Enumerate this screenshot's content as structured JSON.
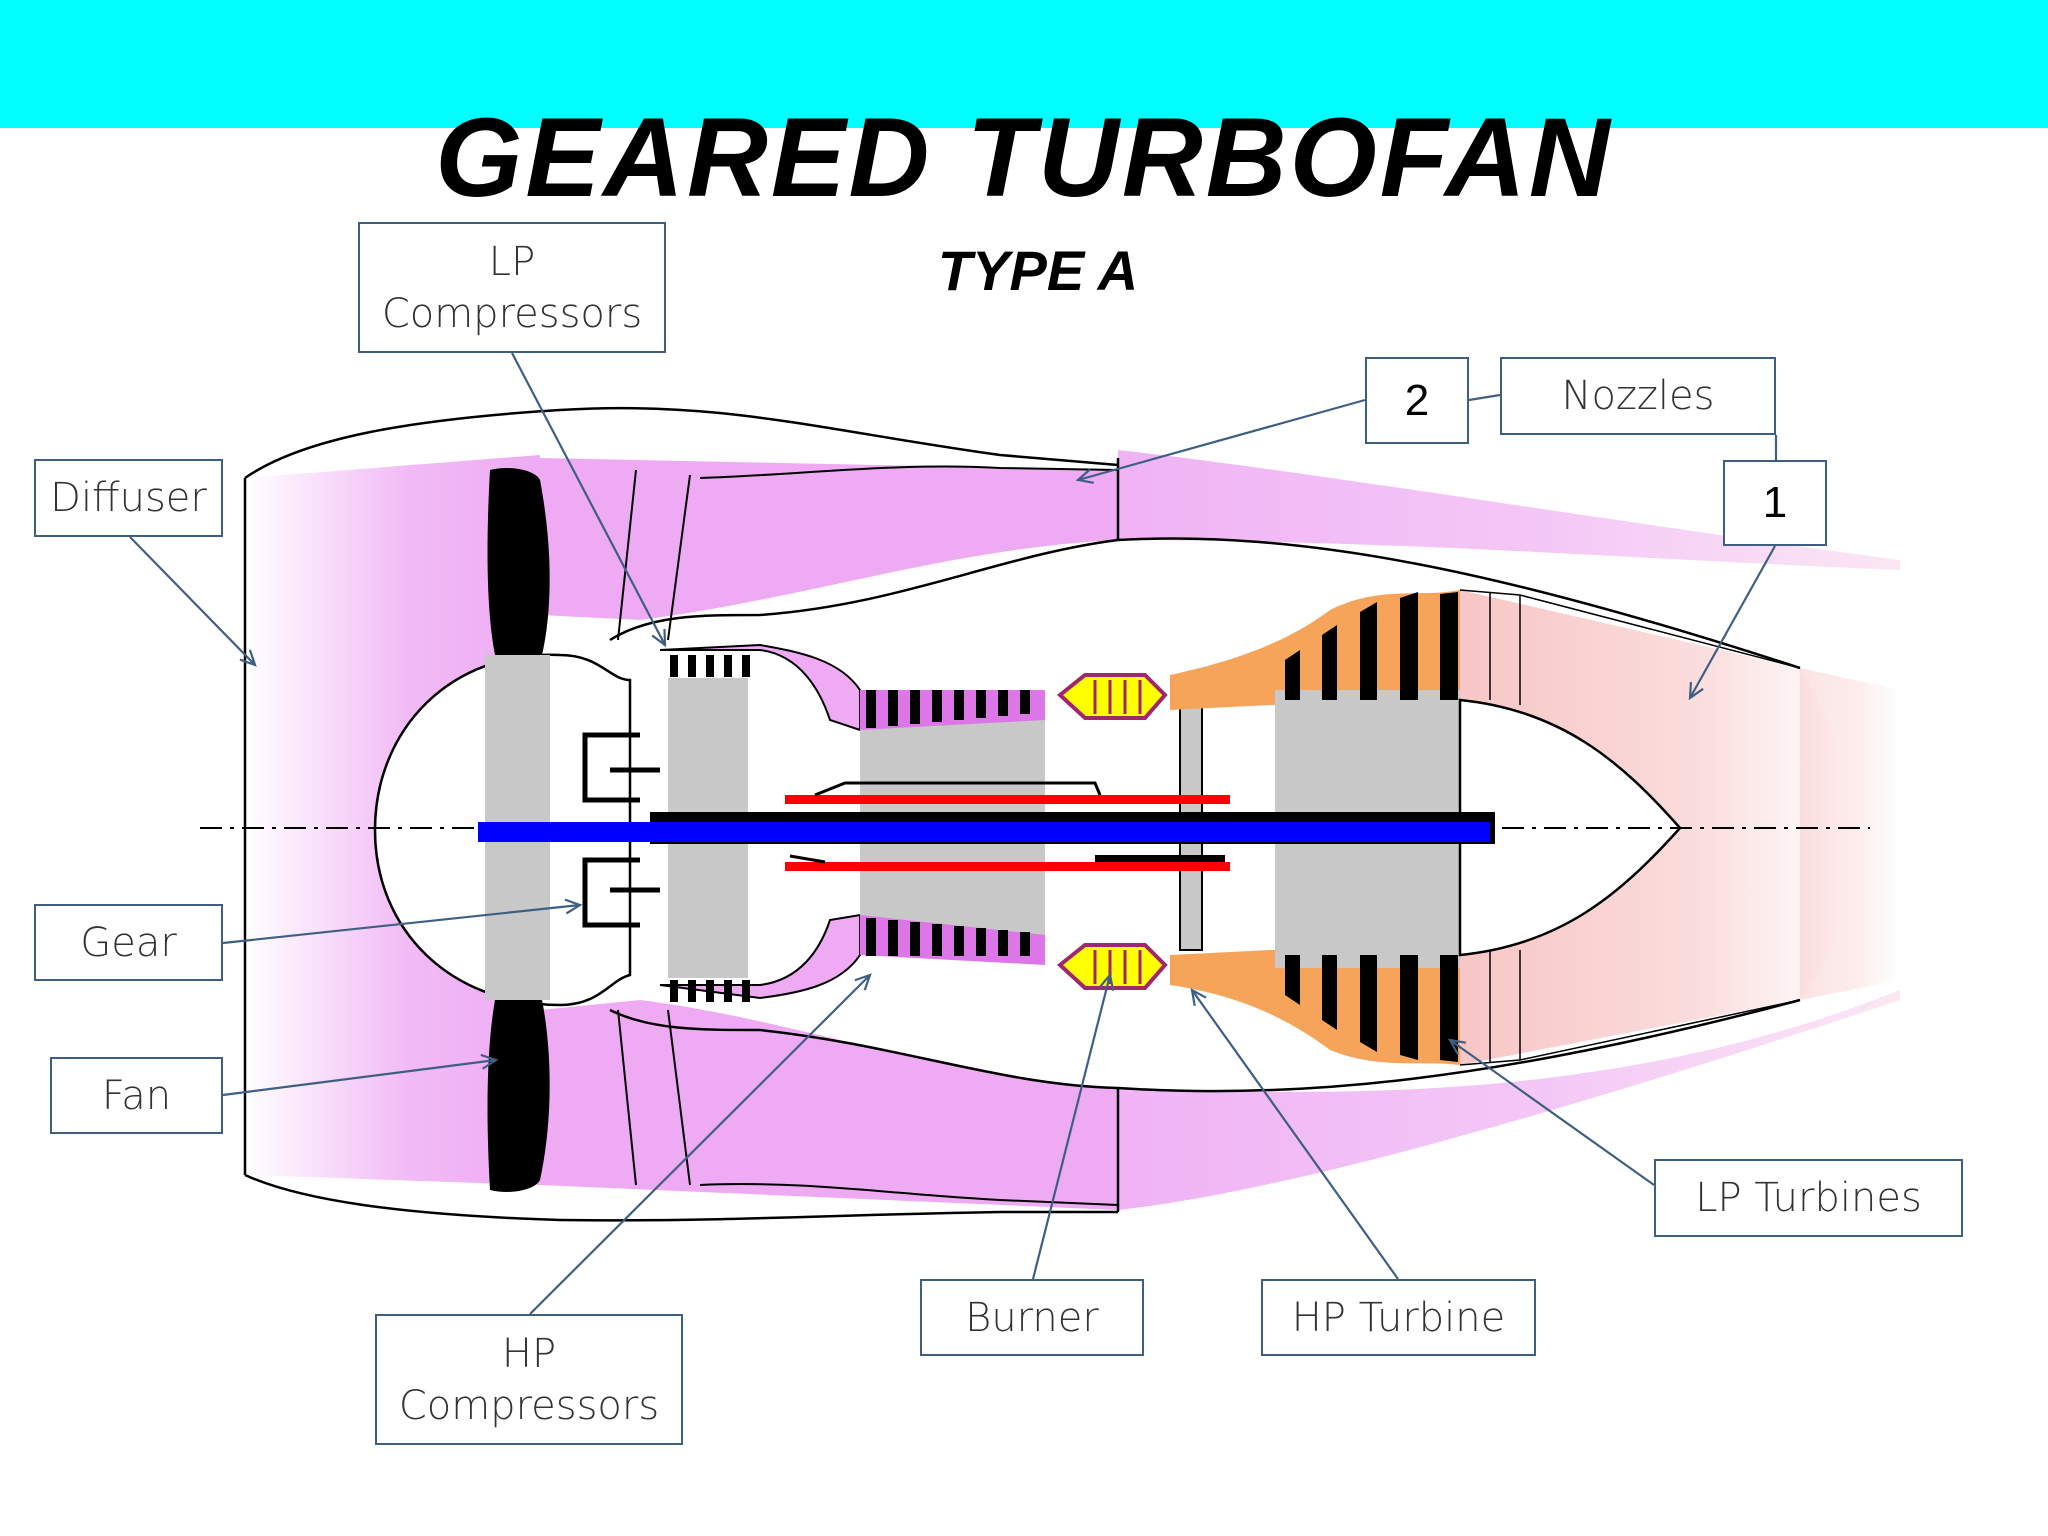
{
  "header": {
    "title": "GEARED TURBOFAN",
    "subtitle": "TYPE A"
  },
  "labels": {
    "lp_compressors": "LP Compressors",
    "diffuser": "Diffuser",
    "gear": "Gear",
    "fan": "Fan",
    "hp_compressors": "HP Compressors",
    "burner": "Burner",
    "hp_turbine": "HP Turbine",
    "lp_turbines": "LP Turbines",
    "nozzles": "Nozzles",
    "marker_1": "1",
    "marker_2": "2"
  },
  "colors": {
    "banner": "#00ffff",
    "flow": "#f0b3f5",
    "exhaust": "#f8c6c6",
    "shaft_lp": "#0000ff",
    "shaft_hp": "#ff0000",
    "combustor": "#ffff00",
    "turbine": "#f6a45a",
    "core_grey": "#c8c8c8",
    "leader": "#3f5f82"
  }
}
